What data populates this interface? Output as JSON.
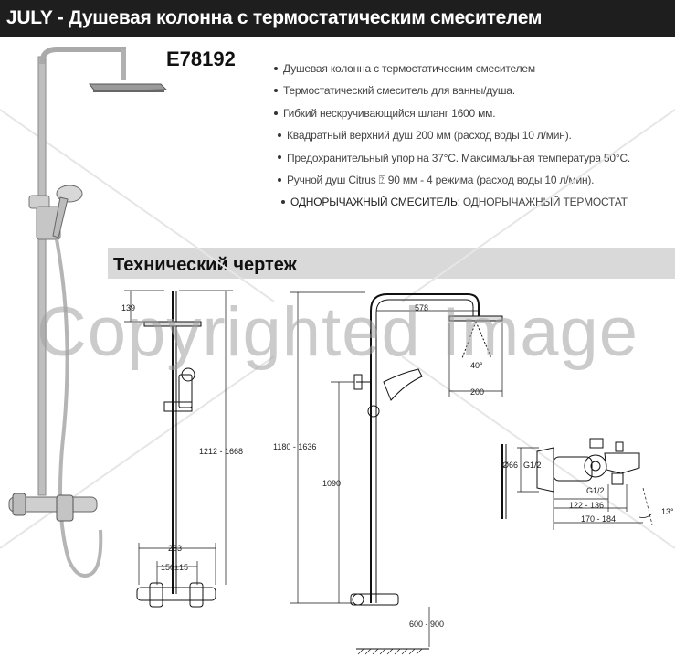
{
  "header": {
    "title": "JULY - Душевая колонна с термостатическим смесителем",
    "model": "E78192"
  },
  "features": [
    "Душевая колонна с термостатическим смесителем",
    "Термостатический смеситель для ванны/душа.",
    "Гибкий нескручивающийся шланг 1600 мм.",
    "Квадратный верхний душ 200 мм (расход воды 10 л/мин).",
    "Предохранительный упор на 37°C. Максимальная температура 50°C.",
    "Ручной душ Citrus ⍰ 90 мм - 4 режима (расход воды 10 л/мин)."
  ],
  "feature_last": {
    "key": "ОДНОРЫЧАЖНЫЙ СМЕСИТЕЛЬ:",
    "value": " ОДНОРЫЧАЖНЫЙ ТЕРМОСТАТ"
  },
  "section": {
    "title": "Технический чертеж"
  },
  "dimensions": {
    "d139": "139",
    "d1212": "1212 - 1668",
    "d283": "283",
    "d150": "150±15",
    "d578": "578",
    "d40": "40°",
    "d200": "200",
    "d1180": "1180 - 1636",
    "d1090": "1090",
    "d600": "600 - 900",
    "d66": "Ø66",
    "dg12a": "G1/2",
    "dg12b": "G1/2",
    "d122": "122 - 136",
    "d170": "170 - 184",
    "d13": "13°"
  },
  "watermark": "Copyrighted Image"
}
